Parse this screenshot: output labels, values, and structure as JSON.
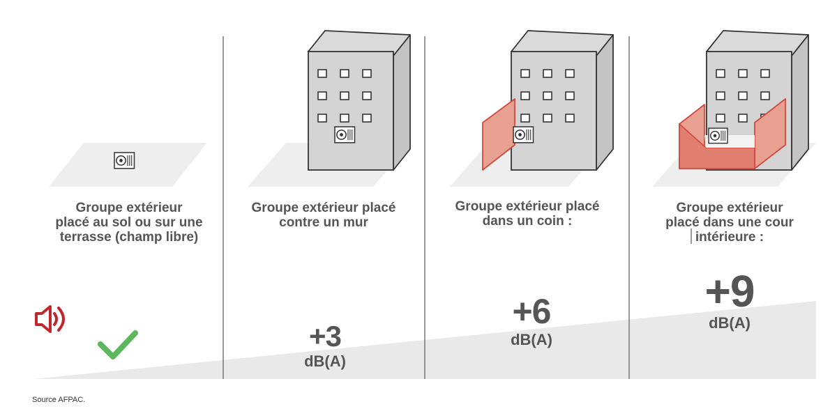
{
  "columns": [
    {
      "caption": "Groupe extérieur\nplacé au sol ou sur une\nterrasse (champ libre)",
      "result": null,
      "result_icon": "check-icon",
      "indicator_icon": "speaker-icon"
    },
    {
      "caption": "Groupe extérieur placé\ncontre un mur",
      "result": "+3",
      "unit": "dB(A)"
    },
    {
      "caption": "Groupe extérieur placé\ndans un coin :",
      "result": "+6",
      "unit": "dB(A)"
    },
    {
      "caption": "Groupe extérieur\nplacé dans une cour\nintérieure :",
      "result": "+9",
      "unit": "dB(A)"
    }
  ],
  "source": "Source AFPAC.",
  "colors": {
    "text": "#555555",
    "ground": "#eeeeee",
    "building": "#d4d4d4",
    "wall_red": "#e8a090",
    "wall_red_dark": "#e07f70",
    "wall_red_outline": "#cf4a40",
    "speaker_red": "#c0272d",
    "check_green": "#5cb85c",
    "ramp": "#e9e9e9",
    "divider": "#777777"
  }
}
